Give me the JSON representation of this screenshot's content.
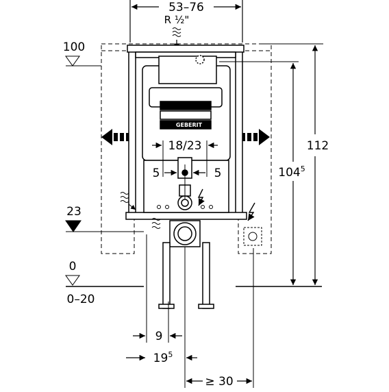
{
  "dimensions": {
    "width_range": "53–76",
    "thread": "R ½\"",
    "level_100": "100",
    "level_23": "23",
    "level_0": "0",
    "floor_range": "0–20",
    "height_112": "112",
    "height_104": "104",
    "height_104_sup": "5",
    "spacing_18_23": "18/23",
    "offset_left": "5",
    "offset_right": "5",
    "depth_9": "9",
    "depth_19": "19",
    "depth_19_sup": "5",
    "min_30": "≥ 30"
  },
  "brand": {
    "name": "GEBERIT"
  }
}
